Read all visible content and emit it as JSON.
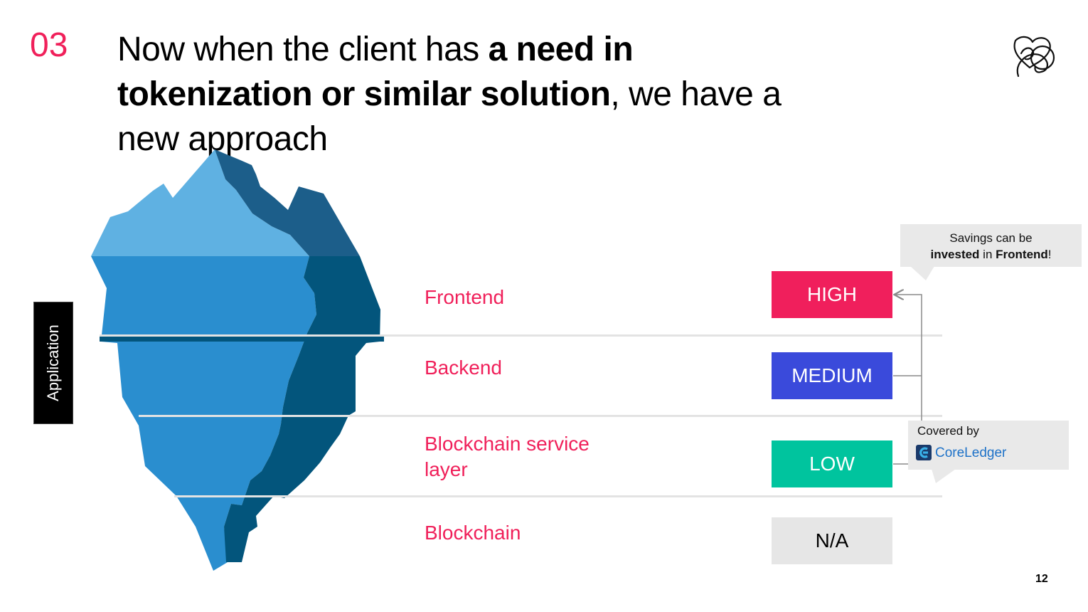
{
  "header": {
    "section_number": "03",
    "title_part1": "Now when the client has ",
    "title_bold1": "a need in tokenization or similar solution",
    "title_part2": ", we have a new approach"
  },
  "sidebar_badge": {
    "label": "Application"
  },
  "layers": [
    {
      "label": "Frontend",
      "level": "HIGH",
      "level_color": "#f01f5c"
    },
    {
      "label": "Backend",
      "level": "MEDIUM",
      "level_color": "#3a4adb"
    },
    {
      "label": "Blockchain service layer",
      "level": "LOW",
      "level_color": "#00c49e"
    },
    {
      "label": "Blockchain",
      "level": "N/A",
      "level_color": "#e6e6e6"
    }
  ],
  "callouts": {
    "savings": {
      "line1": "Savings can be",
      "bold1": "invested",
      "mid": " in ",
      "bold2": "Frontend",
      "end": "!"
    },
    "covered": {
      "label": "Covered by",
      "brand": "CoreLedger"
    }
  },
  "colors": {
    "accent": "#f0205a",
    "iceberg_light": "#5fb1e2",
    "iceberg_mid": "#2a8ecf",
    "iceberg_dark": "#1c5e8a",
    "iceberg_darkest": "#03557c"
  },
  "icons": {
    "logo": "hearts-logo-icon",
    "brand": "coreledger-logo-icon"
  },
  "page_number": "12"
}
